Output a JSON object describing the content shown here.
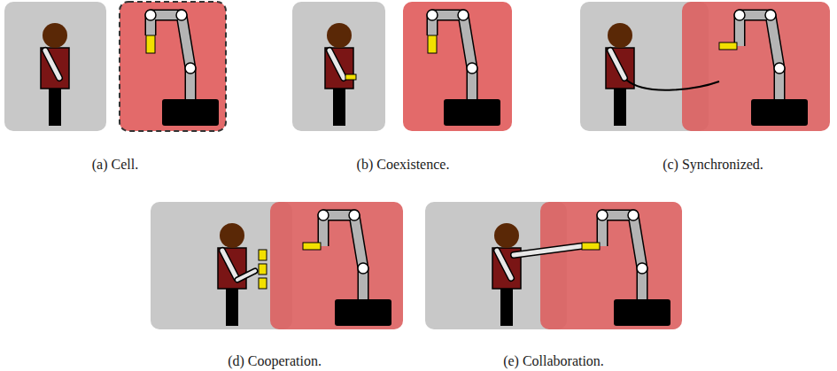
{
  "diagram": {
    "labels": [
      "(a) Cell.",
      "(b) Coexistence.",
      "(c) Synchronized.",
      "(d) Cooperation.",
      "(e) Collaboration."
    ]
  }
}
